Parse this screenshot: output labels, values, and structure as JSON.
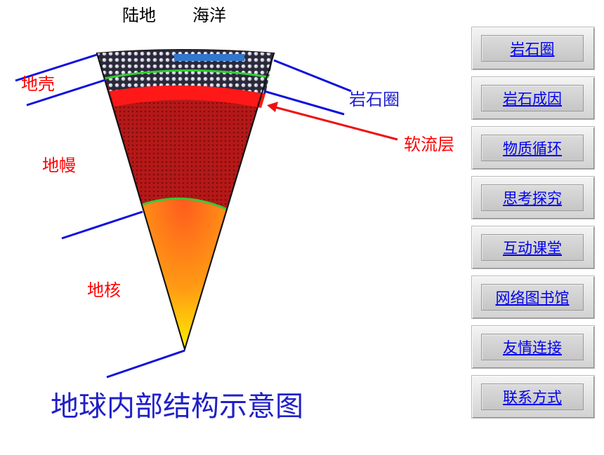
{
  "diagram": {
    "top_labels": {
      "land": "陆地",
      "ocean": "海洋"
    },
    "layers": {
      "crust": "地壳",
      "lithosphere": "岩石圈",
      "asthenosphere": "软流层",
      "mantle": "地幔",
      "core": "地核"
    },
    "title": "地球内部结构示意图"
  },
  "nav": {
    "items": [
      "岩石圈",
      "岩石成因",
      "物质循环",
      "思考探究",
      "互动课堂",
      "网络图书馆",
      "友情连接",
      "联系方式"
    ]
  },
  "colors": {
    "label_red": "#ff0000",
    "label_blue": "#1f1fd1",
    "title_blue": "#2020c8",
    "leader_line": "#1010dd",
    "link": "#0000ee",
    "boundary_green": "#33cc33"
  }
}
